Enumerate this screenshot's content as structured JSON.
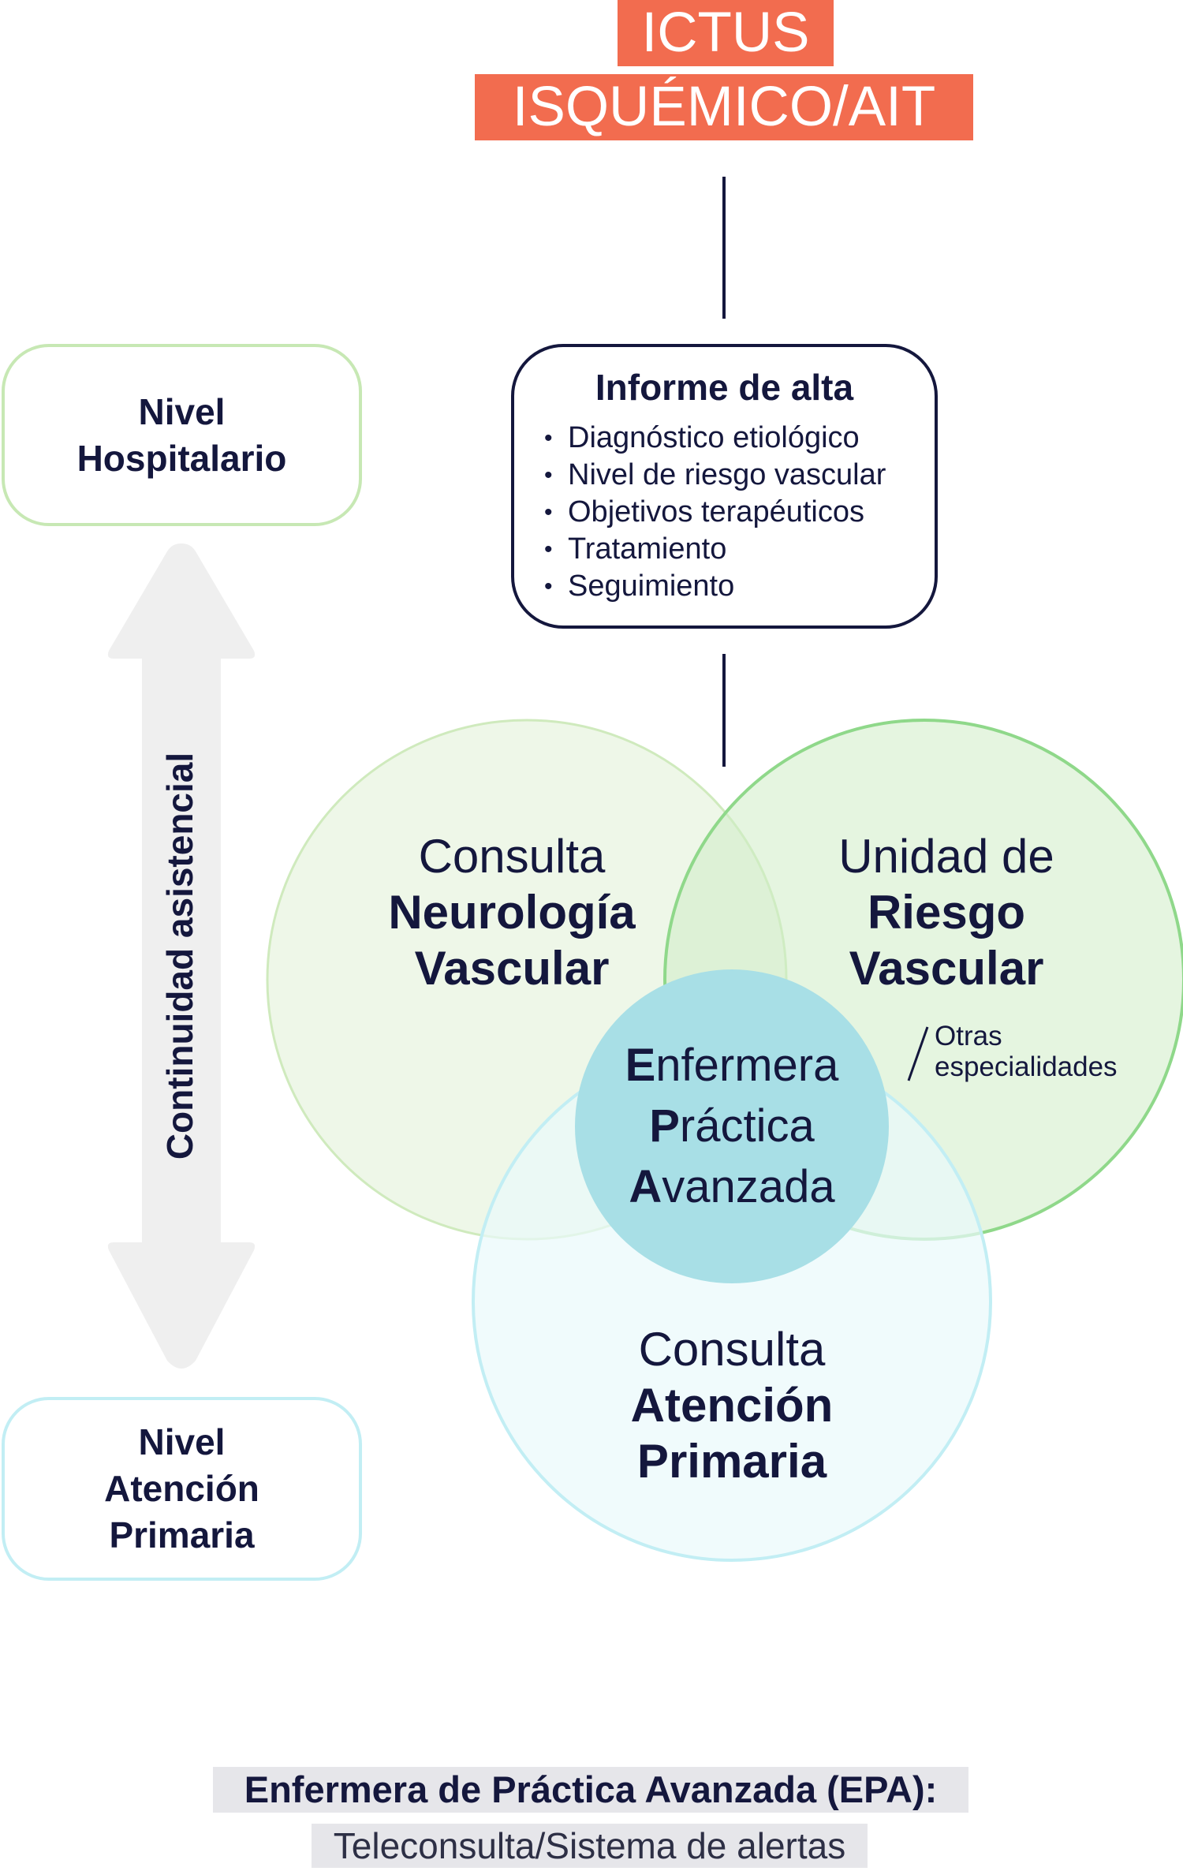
{
  "title": {
    "line1": "ICTUS",
    "line2": "ISQUÉMICO/AIT"
  },
  "informe": {
    "heading": "Informe de alta",
    "items": [
      "Diagnóstico etiológico",
      "Nivel de riesgo vascular",
      "Objetivos terapéuticos",
      "Tratamiento",
      "Seguimiento"
    ]
  },
  "levels": {
    "hospital": {
      "line1": "Nivel",
      "line2": "Hospitalario"
    },
    "primary": {
      "line1": "Nivel",
      "line2": "Atención",
      "line3": "Primaria"
    }
  },
  "continuity_label": "Continuidad asistencial",
  "circles": {
    "neuro": {
      "line1": "Consulta",
      "line2": "Neurología",
      "line3": "Vascular"
    },
    "risk": {
      "line1": "Unidad de",
      "line2": "Riesgo",
      "line3": "Vascular"
    },
    "primary": {
      "line1": "Consulta",
      "line2": "Atención",
      "line3": "Primaria"
    },
    "epa": {
      "l1_initial": "E",
      "l1_rest": "nfermera",
      "l2_initial": "P",
      "l2_rest": "ráctica",
      "l3_initial": "A",
      "l3_rest": "vanzada"
    }
  },
  "otras": {
    "line1": "Otras",
    "line2": "especialidades"
  },
  "footer": {
    "line1": "Enfermera de Práctica Avanzada (EPA):",
    "line2": "Teleconsulta/Sistema de alertas"
  },
  "colors": {
    "title_bg": "#f26c4f",
    "ink": "#14173d",
    "green_border": "#a5dc8c",
    "light_green_fill": "#edf6e6",
    "risk_fill": "#e3f4dc",
    "risk_border": "#8fd88a",
    "primary_fill": "#eefafb",
    "primary_border": "#bfeff5",
    "epa_fill": "#a8dfe6",
    "arrow": "#efefef",
    "footer_bg": "#e6e6ea"
  }
}
